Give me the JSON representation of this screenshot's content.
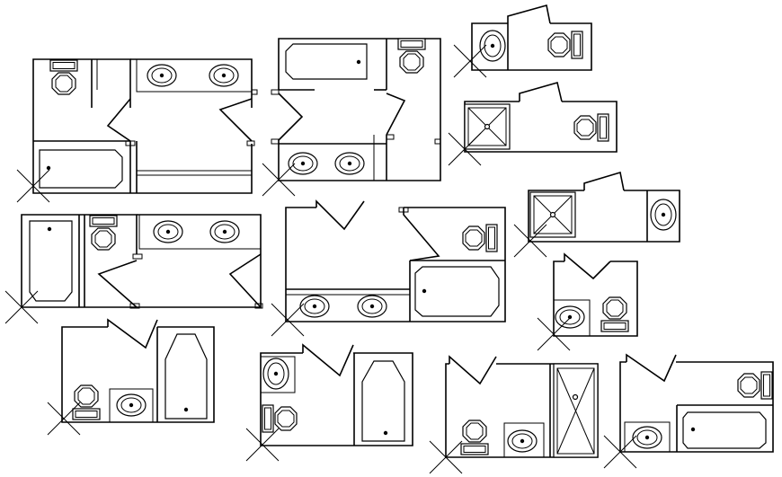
{
  "drawing": {
    "title": "",
    "line_color": "#000000",
    "background_color": "#ffffff",
    "plan_count": 12,
    "plans": [
      {
        "id": "A",
        "fixtures": [
          "toilet",
          "double-vanity",
          "bathtub"
        ]
      },
      {
        "id": "B",
        "fixtures": [
          "bathtub",
          "toilet",
          "double-vanity"
        ]
      },
      {
        "id": "C",
        "fixtures": [
          "sink",
          "toilet"
        ]
      },
      {
        "id": "D",
        "fixtures": [
          "shower",
          "toilet"
        ]
      },
      {
        "id": "E",
        "fixtures": [
          "bathtub",
          "toilet",
          "double-vanity"
        ]
      },
      {
        "id": "F",
        "fixtures": [
          "toilet",
          "double-vanity",
          "bathtub"
        ]
      },
      {
        "id": "G",
        "fixtures": [
          "shower",
          "sink"
        ]
      },
      {
        "id": "H",
        "fixtures": [
          "sink",
          "toilet"
        ]
      },
      {
        "id": "I",
        "fixtures": [
          "toilet",
          "sink",
          "bathtub"
        ]
      },
      {
        "id": "J",
        "fixtures": [
          "sink",
          "toilet",
          "bathtub"
        ]
      },
      {
        "id": "K",
        "fixtures": [
          "toilet",
          "sink",
          "shower"
        ]
      },
      {
        "id": "L",
        "fixtures": [
          "toilet",
          "sink",
          "bathtub"
        ]
      }
    ]
  }
}
